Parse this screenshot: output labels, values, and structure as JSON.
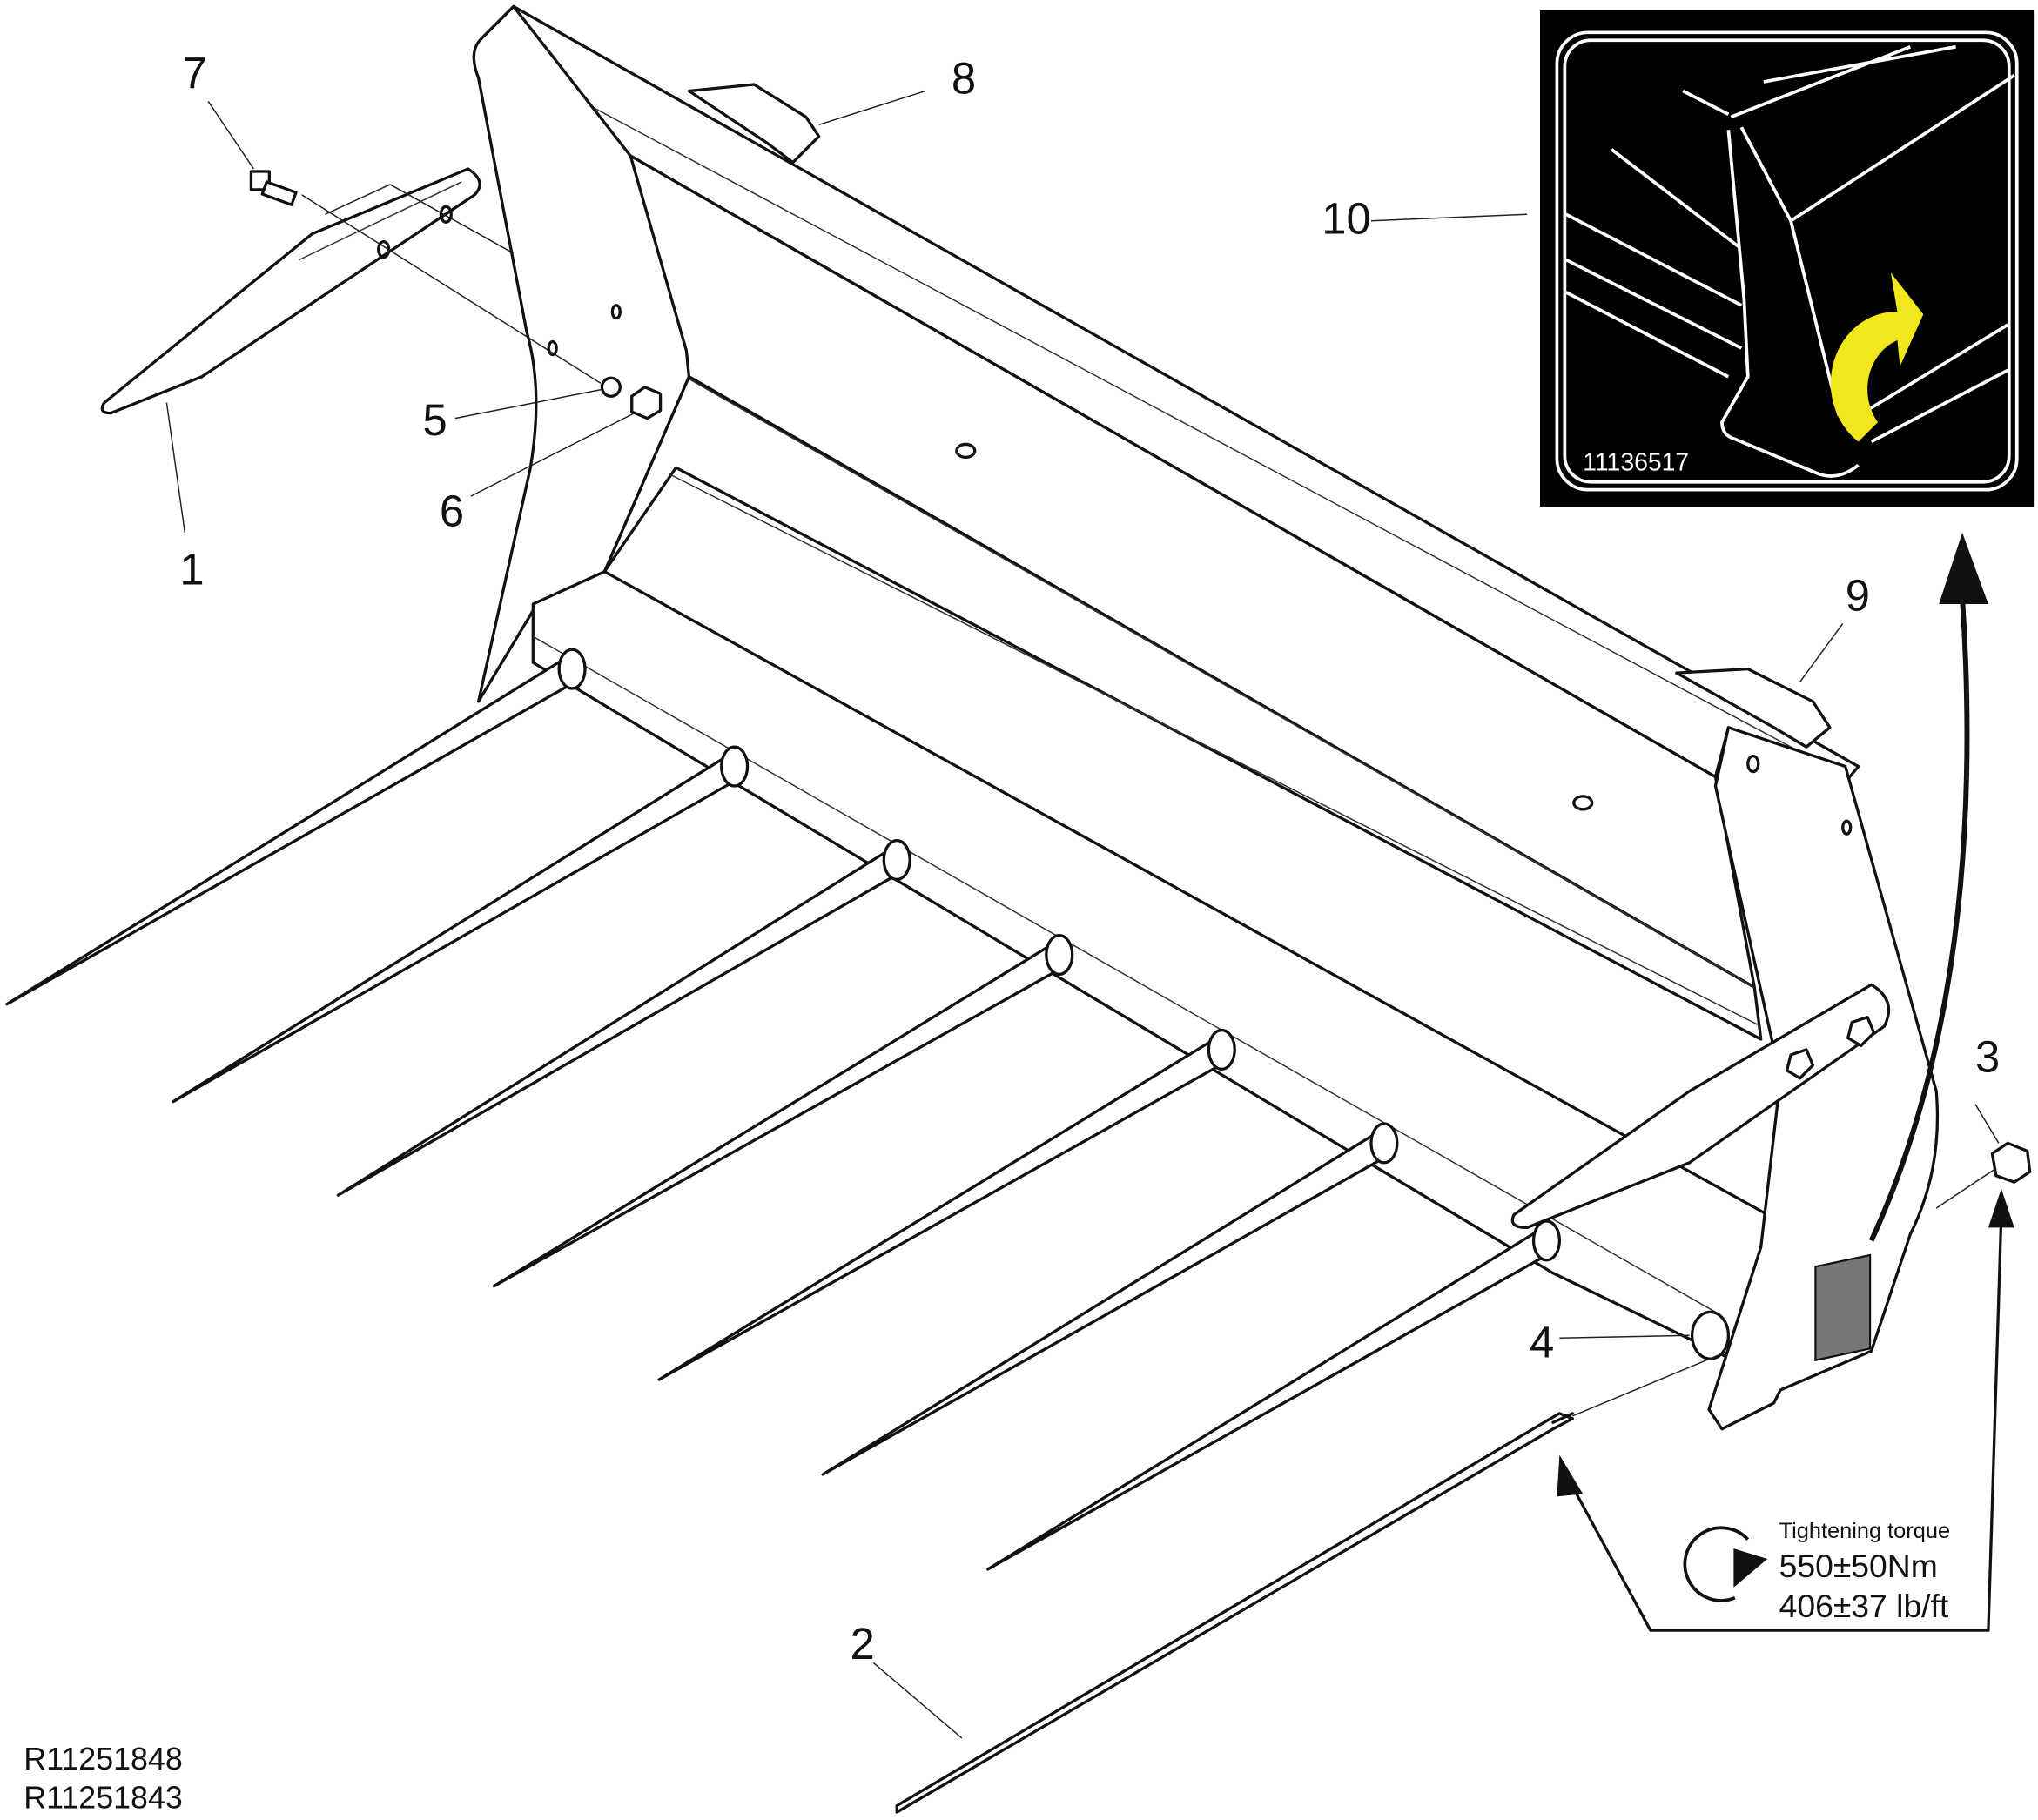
{
  "callouts": {
    "c1": "1",
    "c2": "2",
    "c3": "3",
    "c4": "4",
    "c5": "5",
    "c6": "6",
    "c7": "7",
    "c8": "8",
    "c9": "9",
    "c10": "10"
  },
  "reference_codes": [
    "R11251848",
    "R11251843"
  ],
  "inset": {
    "label_code": "11136517",
    "arrow_color": "#f2e61c"
  },
  "torque": {
    "title": "Tightening torque",
    "metric": "550±50Nm",
    "imperial": "406±37 lb/ft"
  }
}
